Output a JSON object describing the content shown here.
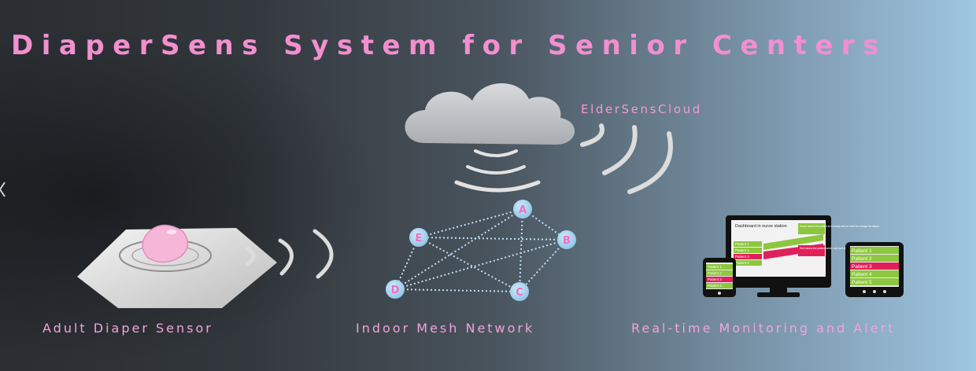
{
  "title": "DiaperSens System for Senior Centers",
  "cloud_label": "ElderSensCloud",
  "labels": {
    "sensor": "Adult Diaper Sensor",
    "mesh": "Indoor Mesh Network",
    "monitor": "Real-time Monitoring and Alert"
  },
  "mesh_nodes": [
    "A",
    "B",
    "C",
    "D",
    "E"
  ],
  "dashboard": {
    "heading": "Dashboard in nurse station",
    "green_note": "Green means the patient is normally with no need for change the diaper",
    "red_note": "Red means the patient needs care and change the diaper",
    "rows": [
      "Patient 1",
      "Patient 2",
      "Patient 3",
      "Patient 4"
    ]
  },
  "tablet_rows": [
    "Patient 1",
    "Patient 2",
    "Patient 3",
    "Patient 4",
    "Patient 5"
  ],
  "phone_rows": [
    "Patient 1",
    "Patient 2",
    "Patient 3",
    "Patient 4"
  ],
  "colors": {
    "title_pink": "#f28fd0",
    "node_fill": "#9fd0ee",
    "status_green": "#8dc63f",
    "status_red": "#e0205a"
  }
}
